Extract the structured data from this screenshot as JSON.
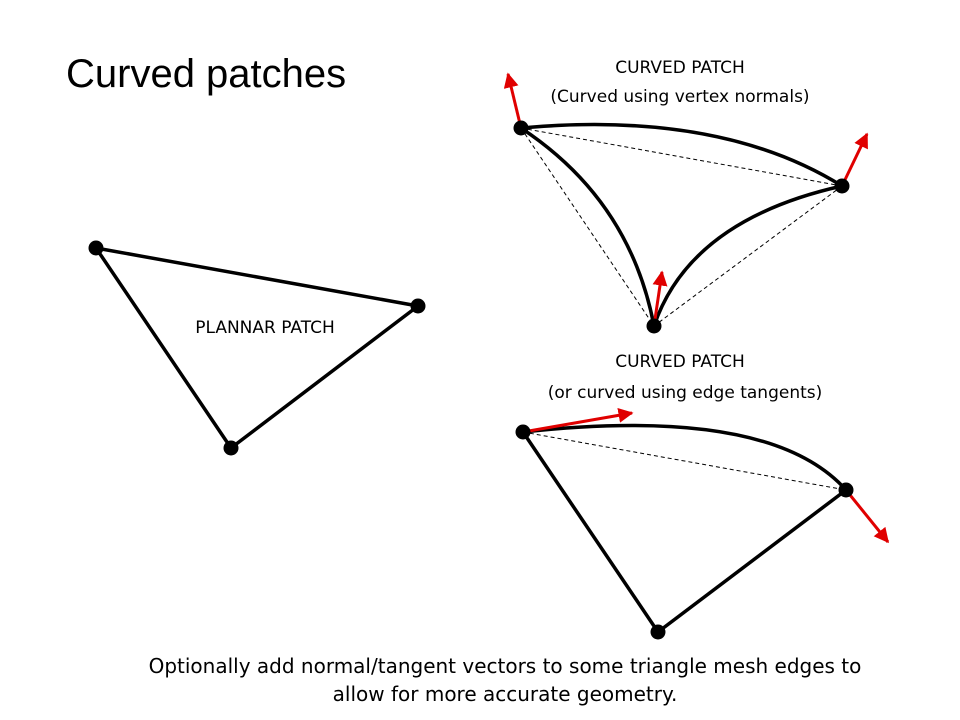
{
  "slide": {
    "title": "Curved patches",
    "caption_line1": "Optionally add normal/tangent vectors to some triangle mesh edges to",
    "caption_line2": "allow for more accurate geometry."
  },
  "planar_patch": {
    "label": "PLANNAR PATCH"
  },
  "curved_patch_normals": {
    "label": "CURVED PATCH",
    "sublabel": "(Curved using vertex normals)"
  },
  "curved_patch_tangents": {
    "label": "CURVED PATCH",
    "sublabel": "(or curved using edge tangents)"
  },
  "colors": {
    "edge": "#000000",
    "vector": "#e00000",
    "guide": "#000000"
  }
}
